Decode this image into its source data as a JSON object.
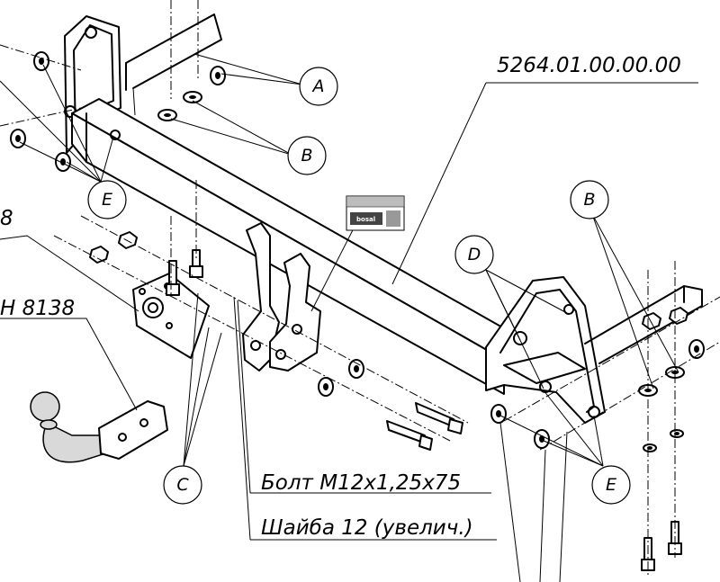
{
  "drawing_number": "5264.01.00.00.00",
  "callouts": {
    "a": "A",
    "b_top": "B",
    "b_right": "B",
    "c": "C",
    "d": "D",
    "e_left": "E",
    "e_right": "E"
  },
  "notes": {
    "bolt": "Болт М12х1,25х75",
    "washer": "Шайба 12 (увелич.)",
    "left_partial_top": "8",
    "left_partial_mid": "Н 8138"
  },
  "plate_brand": "bosal"
}
